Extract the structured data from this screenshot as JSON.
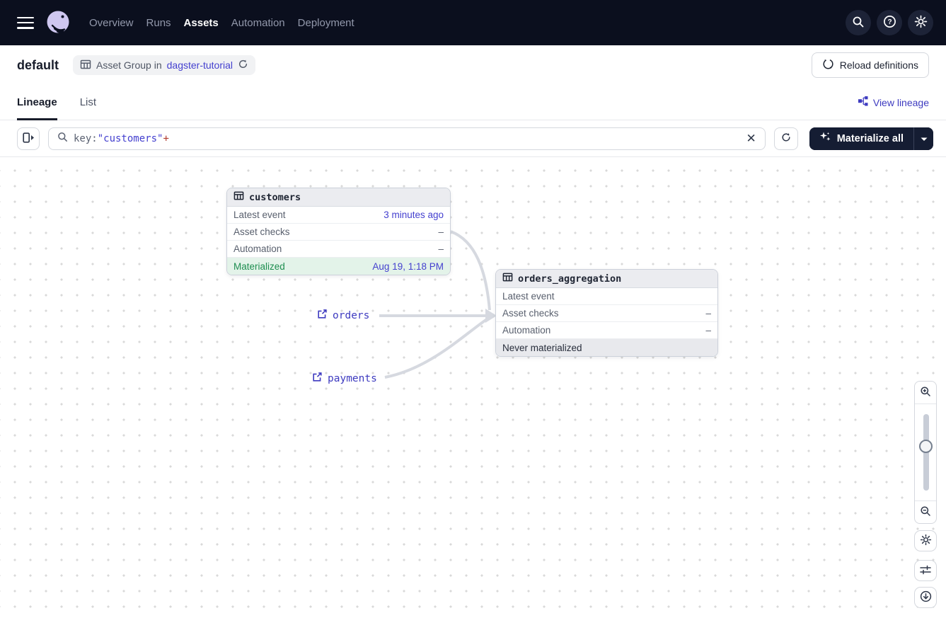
{
  "colors": {
    "nav_bg": "#0b0f1e",
    "accent_link": "#4440cf",
    "materialize_bg": "#151d33",
    "success_text": "#1e8e50",
    "success_bg": "#e3f3e9",
    "edge": "#d6d9e0",
    "query_plus": "#b03a2e"
  },
  "nav": {
    "items": [
      {
        "label": "Overview",
        "active": false
      },
      {
        "label": "Runs",
        "active": false
      },
      {
        "label": "Assets",
        "active": true
      },
      {
        "label": "Automation",
        "active": false
      },
      {
        "label": "Deployment",
        "active": false
      }
    ]
  },
  "header": {
    "title": "default",
    "badge": {
      "prefix": "Asset Group in",
      "link": "dagster-tutorial"
    },
    "reload_button": "Reload definitions"
  },
  "tabs": {
    "lineage": "Lineage",
    "list": "List",
    "view_lineage": "View lineage"
  },
  "toolbar": {
    "query": {
      "key": "key:",
      "value": "\"customers\"",
      "suffix": "+"
    },
    "materialize_label": "Materialize all"
  },
  "graph": {
    "nodes": [
      {
        "title": "customers",
        "rows": [
          {
            "label": "Latest event",
            "value": "3 minutes ago"
          },
          {
            "label": "Asset checks",
            "value": "–"
          },
          {
            "label": "Automation",
            "value": "–"
          },
          {
            "label": "Materialized",
            "value": "Aug 19, 1:18 PM"
          }
        ]
      },
      {
        "title": "orders_aggregation",
        "rows": [
          {
            "label": "Latest event",
            "value": ""
          },
          {
            "label": "Asset checks",
            "value": "–"
          },
          {
            "label": "Automation",
            "value": "–"
          },
          {
            "label": "Never materialized",
            "value": ""
          }
        ]
      }
    ],
    "external_links": [
      {
        "label": "orders"
      },
      {
        "label": "payments"
      }
    ]
  }
}
